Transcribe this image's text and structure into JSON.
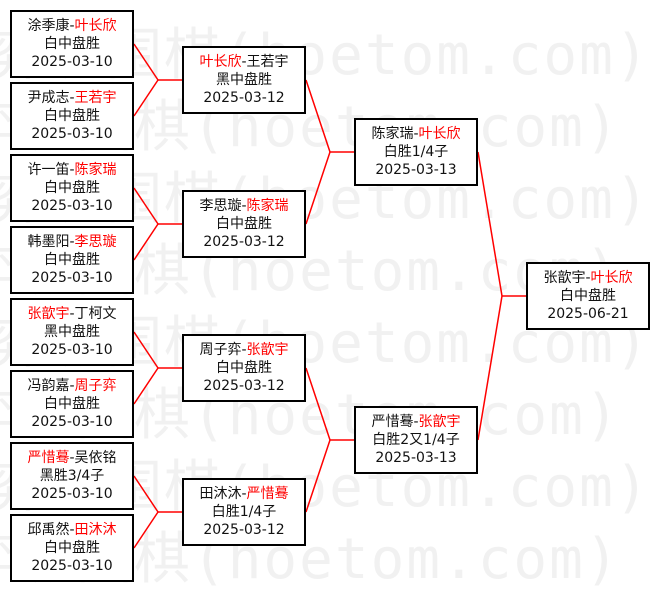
{
  "watermark": {
    "lines": [
      "弈城围棋(hoetom.com)",
      "弈城围棋(hoetom.com)",
      "弈城围棋(hoetom.com)",
      "弈城围棋(hoetom.com)",
      "弈城围棋(hoetom.com)",
      "弈城围棋(hoetom.com)",
      "弈城围棋(hoetom.com)",
      "弈城围棋(hoetom.com)"
    ]
  },
  "colors": {
    "winner": "#ff0000",
    "line": "#ff0000",
    "border": "#000000"
  },
  "bracket": {
    "round1": [
      {
        "black": "涂季康",
        "sep": "-",
        "white": "叶长欣",
        "winner": "white",
        "result": "白中盘胜",
        "date": "2025-03-10"
      },
      {
        "black": "尹成志",
        "sep": "-",
        "white": "王若宇",
        "winner": "white",
        "result": "白中盘胜",
        "date": "2025-03-10"
      },
      {
        "black": "许一笛",
        "sep": "-",
        "white": "陈家瑞",
        "winner": "white",
        "result": "白中盘胜",
        "date": "2025-03-10"
      },
      {
        "black": "韩墨阳",
        "sep": "-",
        "white": "李思璇",
        "winner": "white",
        "result": "白中盘胜",
        "date": "2025-03-10"
      },
      {
        "black": "张歆宇",
        "sep": "-",
        "white": "丁柯文",
        "winner": "black",
        "result": "黑中盘胜",
        "date": "2025-03-10"
      },
      {
        "black": "冯韵嘉",
        "sep": "-",
        "white": "周子弈",
        "winner": "white",
        "result": "白中盘胜",
        "date": "2025-03-10"
      },
      {
        "black": "严惜蓦",
        "sep": "-",
        "white": "吴依铭",
        "winner": "black",
        "result": "黑胜3/4子",
        "date": "2025-03-10"
      },
      {
        "black": "邱禹然",
        "sep": "-",
        "white": "田沐沐",
        "winner": "white",
        "result": "白中盘胜",
        "date": "2025-03-10"
      }
    ],
    "round2": [
      {
        "black": "叶长欣",
        "sep": "-",
        "white": "王若宇",
        "winner": "black",
        "result": "黑中盘胜",
        "date": "2025-03-12"
      },
      {
        "black": "李思璇",
        "sep": "-",
        "white": "陈家瑞",
        "winner": "white",
        "result": "白中盘胜",
        "date": "2025-03-12"
      },
      {
        "black": "周子弈",
        "sep": "-",
        "white": "张歆宇",
        "winner": "white",
        "result": "白中盘胜",
        "date": "2025-03-12"
      },
      {
        "black": "田沐沐",
        "sep": "-",
        "white": "严惜蓦",
        "winner": "white",
        "result": "白胜1/4子",
        "date": "2025-03-12"
      }
    ],
    "round3": [
      {
        "black": "陈家瑞",
        "sep": "-",
        "white": "叶长欣",
        "winner": "white",
        "result": "白胜1/4子",
        "date": "2025-03-13"
      },
      {
        "black": "严惜蓦",
        "sep": "-",
        "white": "张歆宇",
        "winner": "white",
        "result": "白胜2又1/4子",
        "date": "2025-03-13"
      }
    ],
    "final": [
      {
        "black": "张歆宇",
        "sep": "-",
        "white": "叶长欣",
        "winner": "white",
        "result": "白中盘胜",
        "date": "2025-06-21"
      }
    ]
  }
}
